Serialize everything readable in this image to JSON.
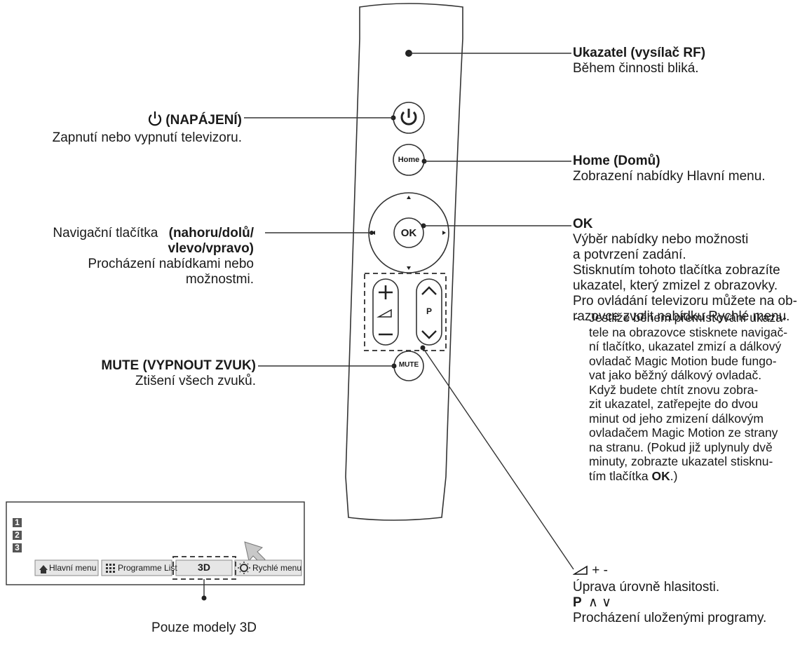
{
  "power": {
    "title": "(NAPÁJENÍ)",
    "desc": "Zapnutí nebo vypnutí televizoru."
  },
  "nav": {
    "title_prefix": "Navigační tlačítka",
    "title_bold_1": "(nahoru/dolů/",
    "title_bold_2": "vlevo/vpravo)",
    "desc_1": "Procházení nabídkami nebo",
    "desc_2": "možnostmi."
  },
  "mute": {
    "title": "MUTE (VYPNOUT ZVUK)",
    "desc": "Ztišení všech zvuků."
  },
  "pointer": {
    "title": "Ukazatel (vysílač RF)",
    "desc": "Během činnosti bliká."
  },
  "home": {
    "title": "Home (Domů)",
    "desc": "Zobrazení nabídky Hlavní menu."
  },
  "ok": {
    "title": "OK",
    "lines": [
      "Výběr nabídky nebo možnosti",
      "a potvrzení zadání.",
      "Stisknutím tohoto tlačítka zobrazíte",
      "ukazatel, který zmizel z obrazovky.",
      "Pro ovládání televizoru můžete na ob-",
      "razovce zvolit nabídku Rychlé menu."
    ],
    "note_dash": "-",
    "note_lines": [
      "Jestliže během přemísťování ukaza-",
      "tele na obrazovce stisknete navigač-",
      "ní tlačítko, ukazatel zmizí a dálkový",
      "ovladač Magic Motion bude fungo-",
      "vat jako běžný dálkový ovladač.",
      "Když budete chtít znovu zobra-",
      "zit ukazatel, zatřepejte do dvou",
      "minut od jeho zmizení dálkovým",
      "ovladačem Magic Motion ze strany",
      "na stranu. (Pokud již uplynuly dvě",
      "minuty, zobrazte ukazatel stisknu-"
    ],
    "note_last_prefix": "tím tlačítka ",
    "note_last_bold": "OK",
    "note_last_suffix": ".)"
  },
  "volume": {
    "title": "+ -",
    "desc": "Úprava úrovně hlasitosti.",
    "p_title": "P",
    "p_desc": "Procházení uloženými programy."
  },
  "remote": {
    "home_label": "Home",
    "ok_label": "OK",
    "p_label": "P",
    "mute_label": "MUTE"
  },
  "screen": {
    "numbers": [
      "1",
      "2",
      "3"
    ],
    "buttons": [
      "Hlavní menu",
      "Programme List",
      "3D",
      "Rychlé menu"
    ],
    "caption": "Pouze modely 3D"
  },
  "colors": {
    "line": "#333333",
    "remote_fill": "#ffffff",
    "arrow_fill": "#c8c8c8",
    "number_bg": "#555555"
  }
}
